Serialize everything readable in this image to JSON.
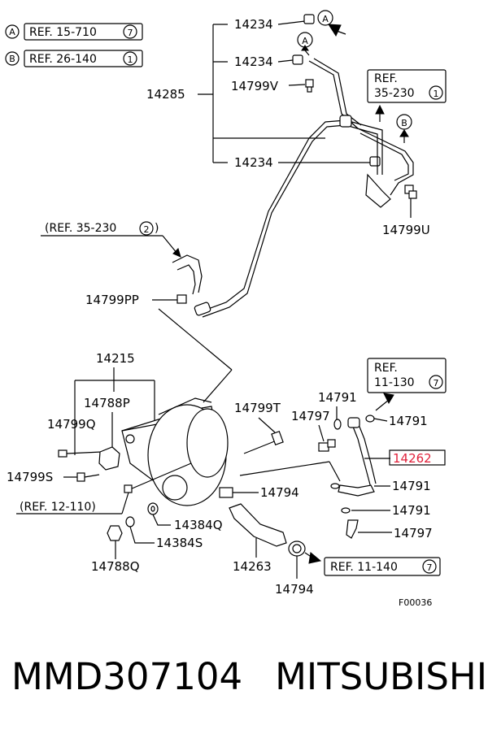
{
  "refs": {
    "A": {
      "letter": "A",
      "text": "REF. 15-710",
      "num": "7"
    },
    "B": {
      "letter": "B",
      "text": "REF. 26-140",
      "num": "1"
    },
    "r35_1": {
      "line1": "REF.",
      "line2": "35-230",
      "num": "1"
    },
    "r35_2": {
      "text": "(REF. 35-230",
      "num": "2",
      "close": ")"
    },
    "r11_130": {
      "line1": "REF.",
      "line2": "11-130",
      "num": "7"
    },
    "r12_110": {
      "text": "(REF. 12-110)"
    },
    "r11_140": {
      "text": "REF. 11-140",
      "num": "7"
    }
  },
  "parts": {
    "p14234a": "14234",
    "p14234b": "14234",
    "p14799v": "14799V",
    "p14285": "14285",
    "p14234c": "14234",
    "p14799u": "14799U",
    "p14799pp": "14799PP",
    "p14215": "14215",
    "p14788p": "14788P",
    "p14799q": "14799Q",
    "p14799s": "14799S",
    "p14799t": "14799T",
    "p14791a": "14791",
    "p14797a": "14797",
    "p14791b": "14791",
    "p14262": "14262",
    "p14794a": "14794",
    "p14791c": "14791",
    "p14384q": "14384Q",
    "p14791d": "14791",
    "p14384s": "14384S",
    "p14797b": "14797",
    "p14788q": "14788Q",
    "p14263": "14263",
    "p14794b": "14794"
  },
  "markers": {
    "a1": "A",
    "a2": "A",
    "b1": "B"
  },
  "figure_code": "F00036",
  "highlight_color": "#e0203a",
  "footer": {
    "part_number": "MMD307104",
    "brand": "MITSUBISHI"
  }
}
